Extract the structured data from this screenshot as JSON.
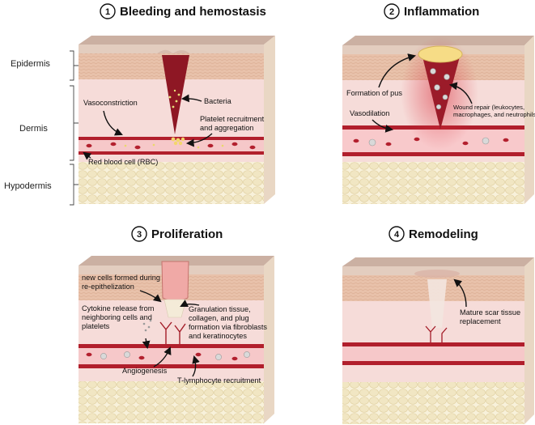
{
  "layers": {
    "epidermis": "Epidermis",
    "dermis": "Dermis",
    "hypodermis": "Hypodermis"
  },
  "panels": [
    {
      "number": "1",
      "title": "Bleeding and hemostasis",
      "labels": {
        "vasoconstriction": "Vasoconstriction",
        "bacteria": "Bacteria",
        "platelet_1": "Platelet recruitment",
        "platelet_2": "and aggregation",
        "rbc": "Red blood cell (RBC)"
      }
    },
    {
      "number": "2",
      "title": "Inflammation",
      "labels": {
        "pus": "Formation of pus",
        "vasodilation": "Vasodilation",
        "repair_1": "Wound repair (leukocytes,",
        "repair_2": "macrophages, and neutrophils)"
      }
    },
    {
      "number": "3",
      "title": "Proliferation",
      "labels": {
        "newcells_1": "new cells formed during",
        "newcells_2": "re-epithelization",
        "cytokine_1": "Cytokine release from",
        "cytokine_2": "neighboring cells and",
        "cytokine_3": "platelets",
        "gran_1": "Granulation tissue,",
        "gran_2": "collagen, and plug",
        "gran_3": "formation via fibroblasts",
        "gran_4": "and keratinocytes",
        "angio": "Angiogenesis",
        "tcell": "T-lymphocyte recruitment"
      }
    },
    {
      "number": "4",
      "title": "Remodeling",
      "labels": {
        "scar_1": "Mature scar tissue",
        "scar_2": "replacement"
      }
    }
  ],
  "colors": {
    "skin_surface": "#e3cdbf",
    "epidermis": "#e6bca3",
    "dermis": "#f5d9d7",
    "vessel": "#b11f2c",
    "fat": "#f4ecd0",
    "blood": "#8e1724",
    "pus": "#f6dc86"
  }
}
